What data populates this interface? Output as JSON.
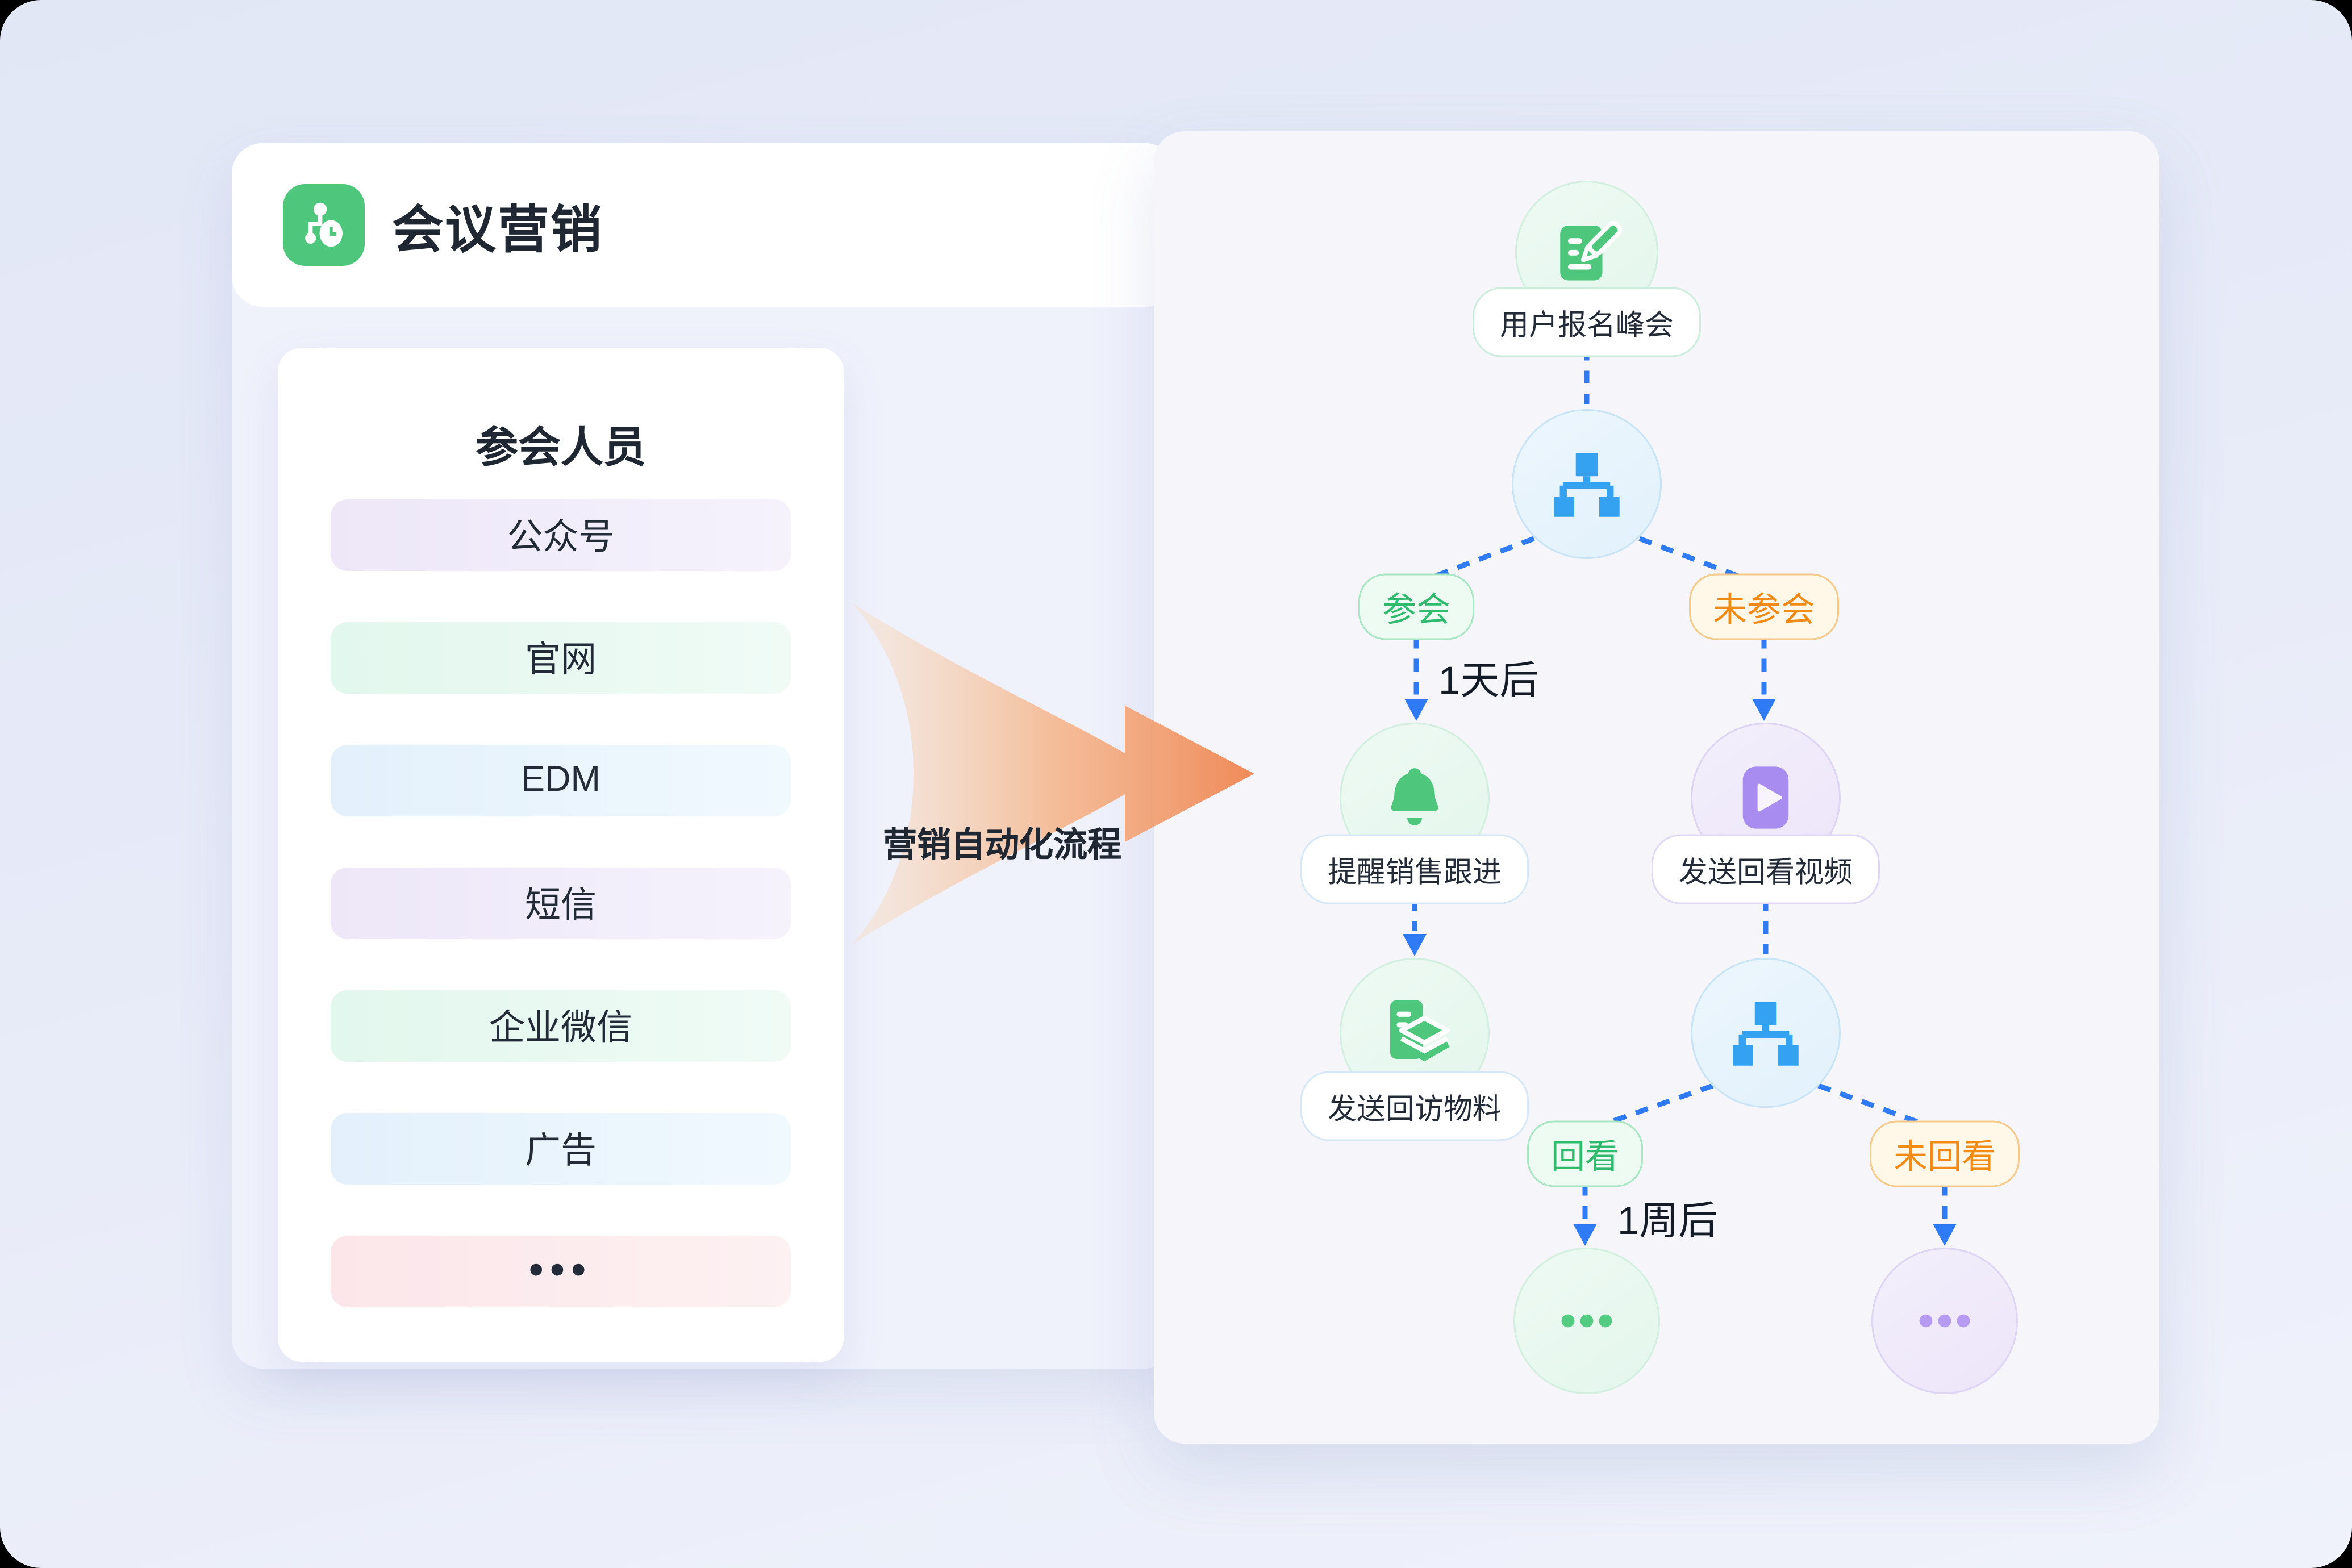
{
  "header": {
    "title": "会议营销"
  },
  "audience": {
    "title": "参会人员",
    "items": [
      "公众号",
      "官网",
      "EDM",
      "短信",
      "企业微信",
      "广告",
      "•••"
    ],
    "item_colors": [
      "#EDE7F8",
      "#E2F7ED",
      "#E3F0FB",
      "#EDE7F8",
      "#E2F7ED",
      "#E3F0FB",
      "#FCE6EA"
    ]
  },
  "arrow": {
    "label": "营销自动化流程",
    "gradient_from": "#F9DDC2",
    "gradient_to": "#EF8A59"
  },
  "flow": {
    "start_label": "用户报名峰会",
    "branch1_yes": "参会",
    "branch1_no": "未参会",
    "branch1_delay": "1天后",
    "remind_label": "提醒销售跟进",
    "video_label": "发送回看视频",
    "materials_label": "发送回访物料",
    "branch2_yes": "回看",
    "branch2_no": "未回看",
    "branch2_delay": "1周后"
  },
  "colors": {
    "icon_green": "#4EC77D",
    "icon_blue": "#35A2F1",
    "icon_purple": "#A88CEF",
    "condition_green_text": "#2FBA6E",
    "condition_orange_text": "#F28A16",
    "connector_blue": "#2E7BF5",
    "title_text": "#1F2733"
  }
}
